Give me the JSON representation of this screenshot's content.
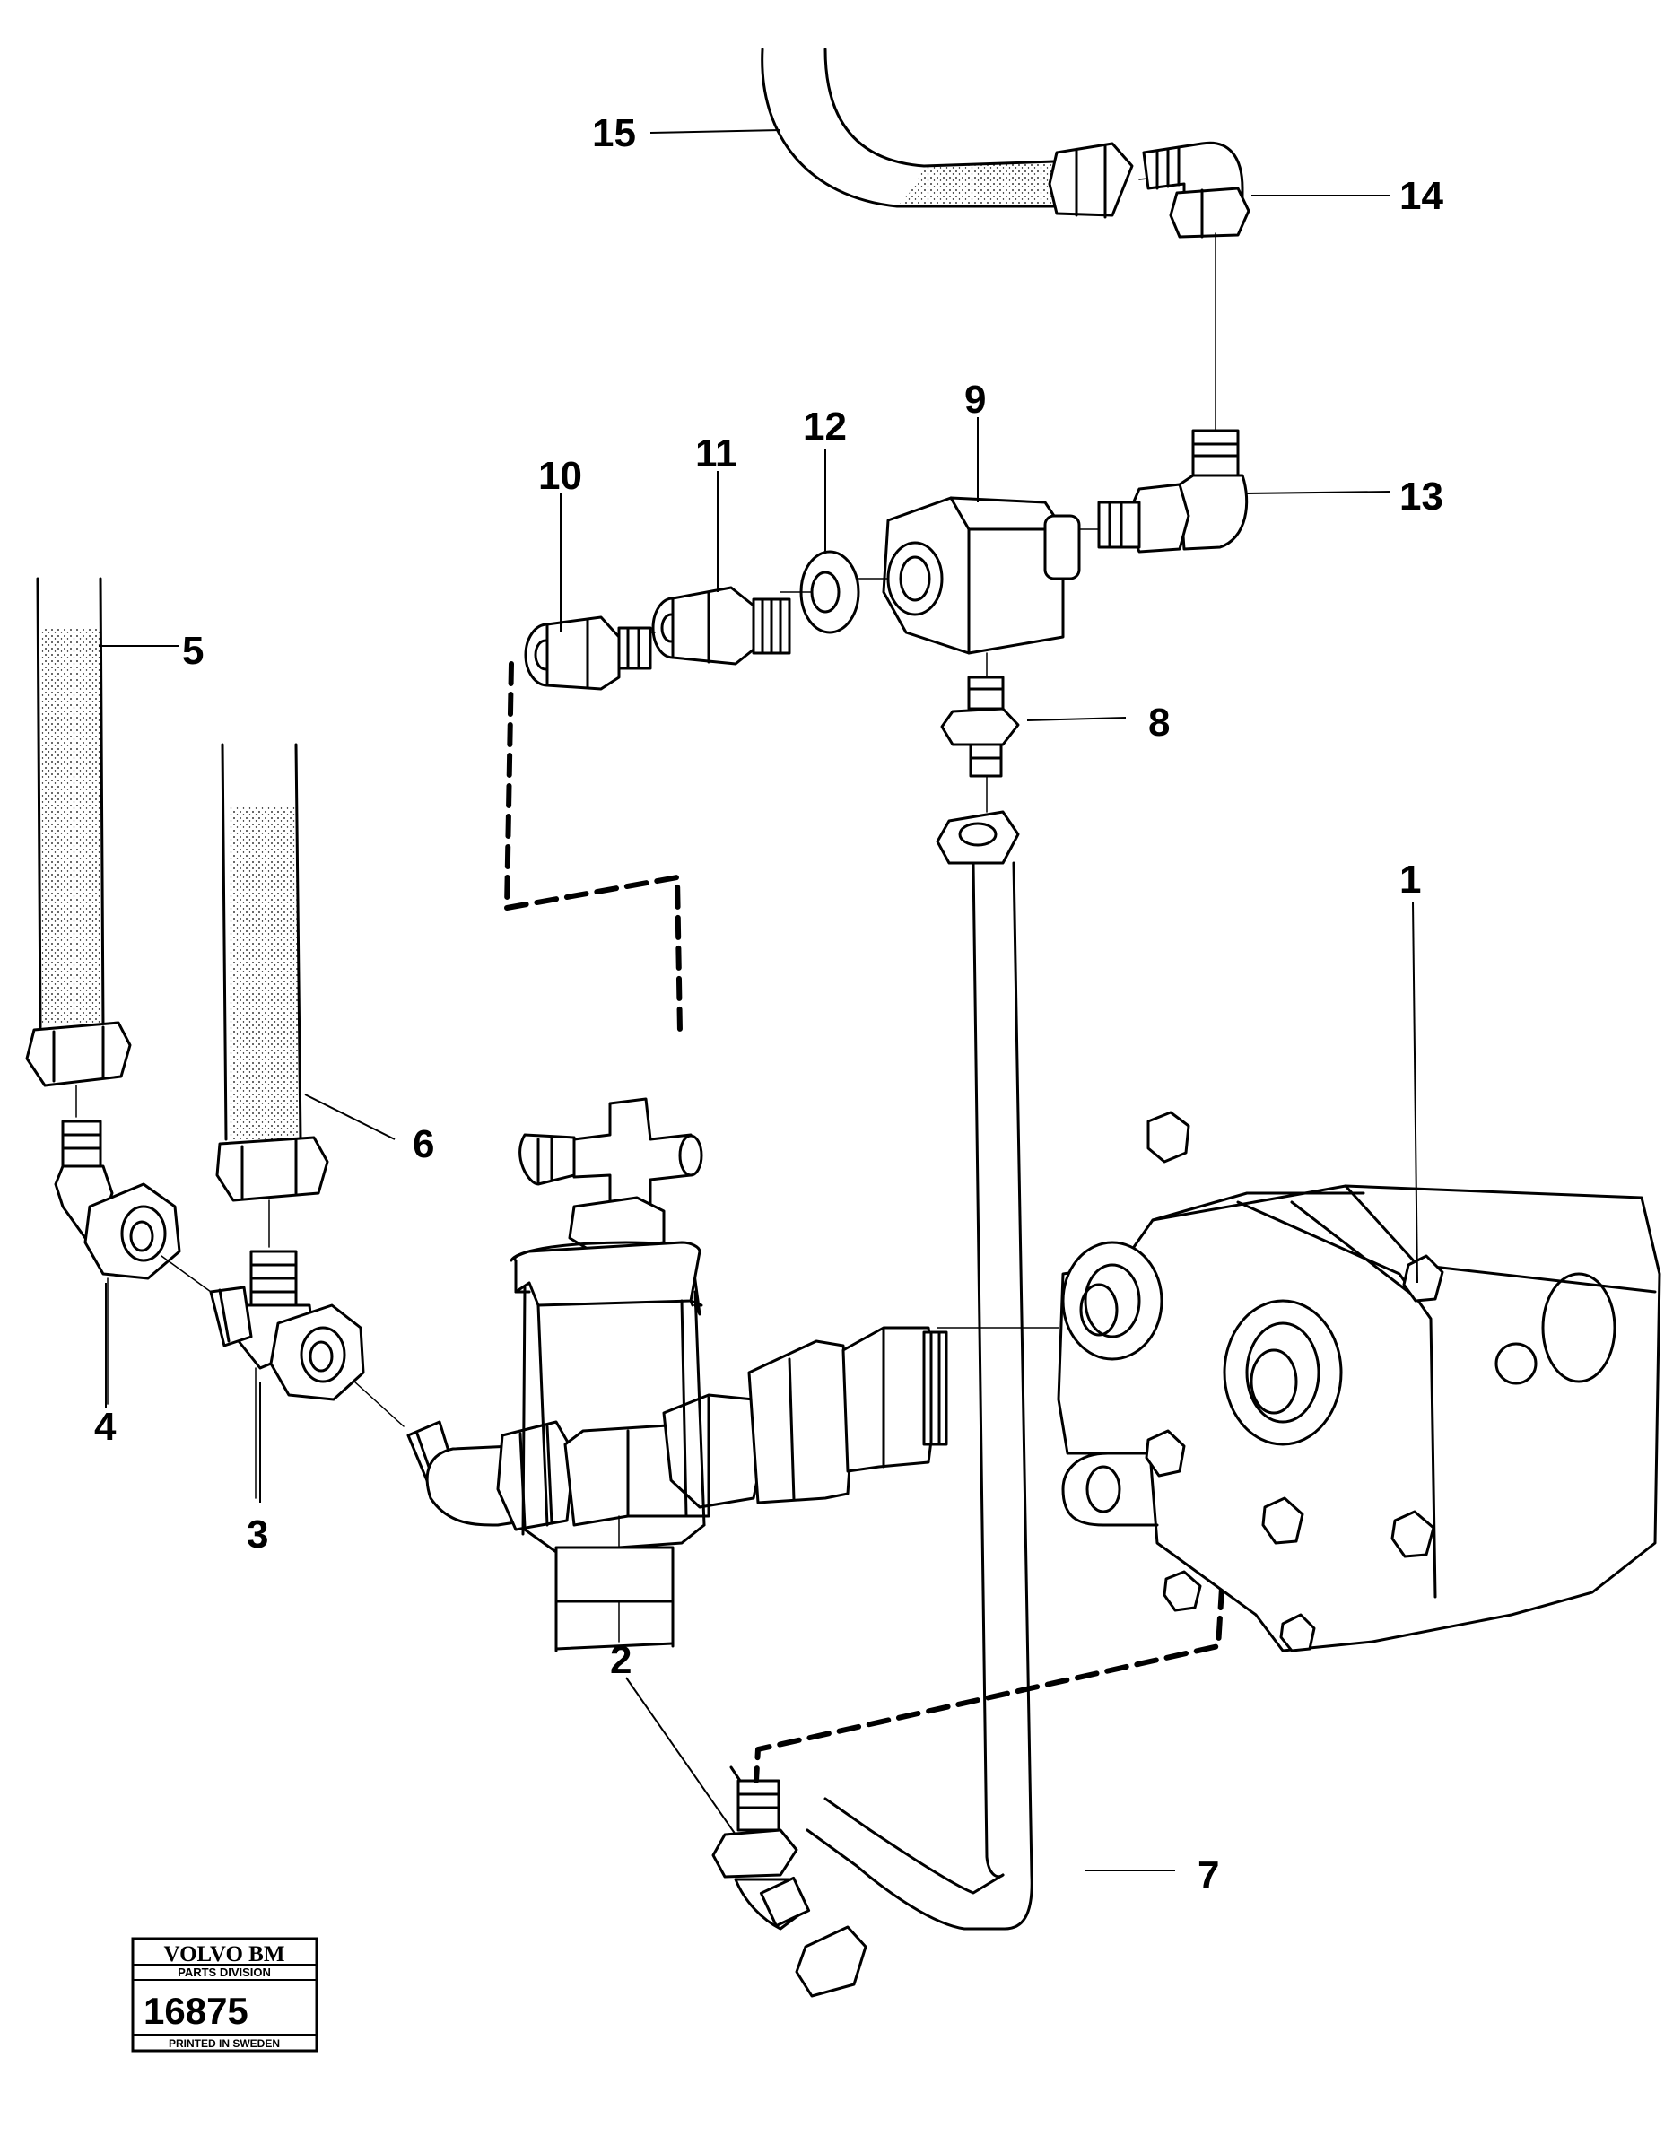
{
  "callouts": [
    "1",
    "2",
    "3",
    "4",
    "5",
    "6",
    "7",
    "8",
    "9",
    "10",
    "11",
    "12",
    "13",
    "14",
    "15"
  ],
  "logo": {
    "brand": "VOLVO BM",
    "division": "PARTS DIVISION",
    "number": "16875",
    "printed": "PRINTED IN SWEDEN"
  }
}
